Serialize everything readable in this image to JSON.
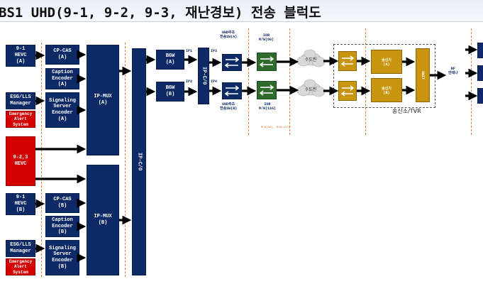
{
  "title": "BS1 UHD(9-1, 9-2, 9-3, 재난경보) 전송 블럭도",
  "encoders": {
    "hevc_a": "9-1\nHEVC\n(A)",
    "cpcas_a": "CP-CAS\n(A)",
    "caption_a": "Caption\nEncoder\n(A)",
    "esg_a": "ESG/LLS\nManager",
    "eas_a": "Emergency\nAlert\nSystem",
    "signaling_a": "Signaling\nServer\nEncoder\n(A)",
    "hevc_23": "9-2,3\nHEVC",
    "hevc_b": "9-1\nHEVC\n(B)",
    "cpcas_b": "CP-CAS\n(B)",
    "caption_b": "Caption\nEncoder\n(B)",
    "esg_b": "ESG/LLS\nManager",
    "eas_b": "Emergency\nAlert\nSystem",
    "signaling_b": "Signaling\nServer\nEncoder\n(B)"
  },
  "mux": {
    "ipmux_a": "IP-MUX\n(A)",
    "ipmux_b": "IP-MUX\n(B)",
    "ipo_left": "IP-C/O",
    "bgw_a": "BGW\n(A)",
    "bgw_b": "BGW\n(B)",
    "ipo_right": "IP-C/O",
    "ip1": "IP1",
    "ip2": "IP2",
    "ip3": "IP3",
    "ip4": "IP4"
  },
  "transport": {
    "sw_a_label": "UHD주조\n전송SW(A)",
    "sw_b_label": "UHD주조\n전송SW(B)",
    "ior_a": "IOR\nM/W(9G)",
    "ior_b": "IOR\nM/W(11G)",
    "mw_note": "M/W(9G), M/W(11G)",
    "cloud_a": "수도권",
    "cloud_b": "수도권"
  },
  "transmitter": {
    "tx_a": "송신기\n(A)",
    "tx_b": "송신기\n(B)",
    "combiner": "SWIT",
    "site_label": "송신소/TVR",
    "rf_label": "RF\n안테나"
  }
}
